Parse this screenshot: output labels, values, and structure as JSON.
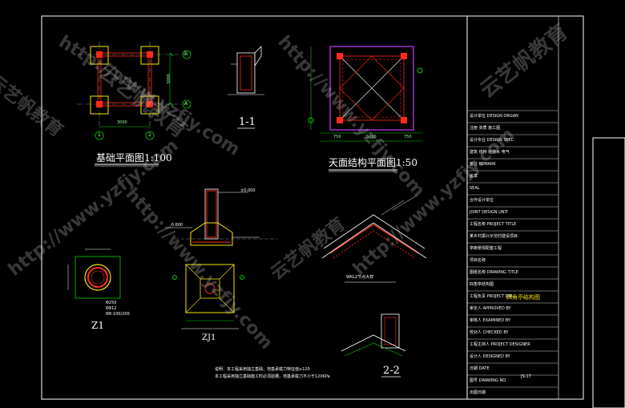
{
  "drawings": {
    "foundation_plan_title": "基础平面图1:100",
    "roof_plan_title": "天面结构平面图1:50",
    "section_1_1": "1-1",
    "section_2_2": "2-2",
    "z1_title": "Z1",
    "zj1_title": "ZJ1",
    "dim_3000_a": "3000",
    "dim_3000_b": "3000",
    "dim_5000": "5000",
    "dim_750_l": "750",
    "dim_750_r": "750",
    "axis_a": "A",
    "axis_b": "B",
    "axis_1": "1",
    "axis_2": "2",
    "z1_spec_1": "Φ250",
    "z1_spec_2": "6Φ12",
    "z1_spec_3": "Φ8-100/200",
    "note_1": "说明：本工程采用独立基础，地基承载力特征值≥120",
    "note_2": "本工程采用独立基础施工时必须验槽，地基承载力不小于120KPa",
    "wkl_label": "WKL2节点大样",
    "elev_1": "±0.000",
    "elev_2": "-0.600"
  },
  "title_block": {
    "rows": [
      "设计单位 DESIGN ORGAN",
      "注册  资质  施工图",
      "设计专业 DESIGN SPEC",
      "建筑  结构  给排水  电气",
      "备注 REMARK",
      "盖章",
      "SEAL",
      "合作设计单位",
      "JOINT DESIGN UNIT",
      "工程名称 PROJECT TITLE",
      "某乡村振兴示范村建设项目",
      "亭廊景观配套工程",
      "项目名称",
      "图纸名称 DRAWING TITLE",
      "四角亭结构图",
      "工程负责  PROJECT DIR",
      "审定人  APPROVED BY",
      "审核人  EXAMINED BY",
      "校对人  CHECKED BY",
      "工程主持人  PROJECT DESIGNER",
      "设计人  DESIGNED BY",
      "日期  DATE",
      "图号  DRAWING NO.",
      "出图日期"
    ],
    "drawing_title": "四角亭结构图",
    "sheet_no": "JS-17"
  },
  "watermark": {
    "url": "http://www.yzfjy.com",
    "brand": "云艺帆教育"
  },
  "colors": {
    "background": "#000000",
    "frame": "#ffffff",
    "column": "#ff2a1a",
    "footing": "#f3e600",
    "axis": "#00d000",
    "beam_purple": "#c040ff",
    "concrete_fill": "#ffd600"
  }
}
